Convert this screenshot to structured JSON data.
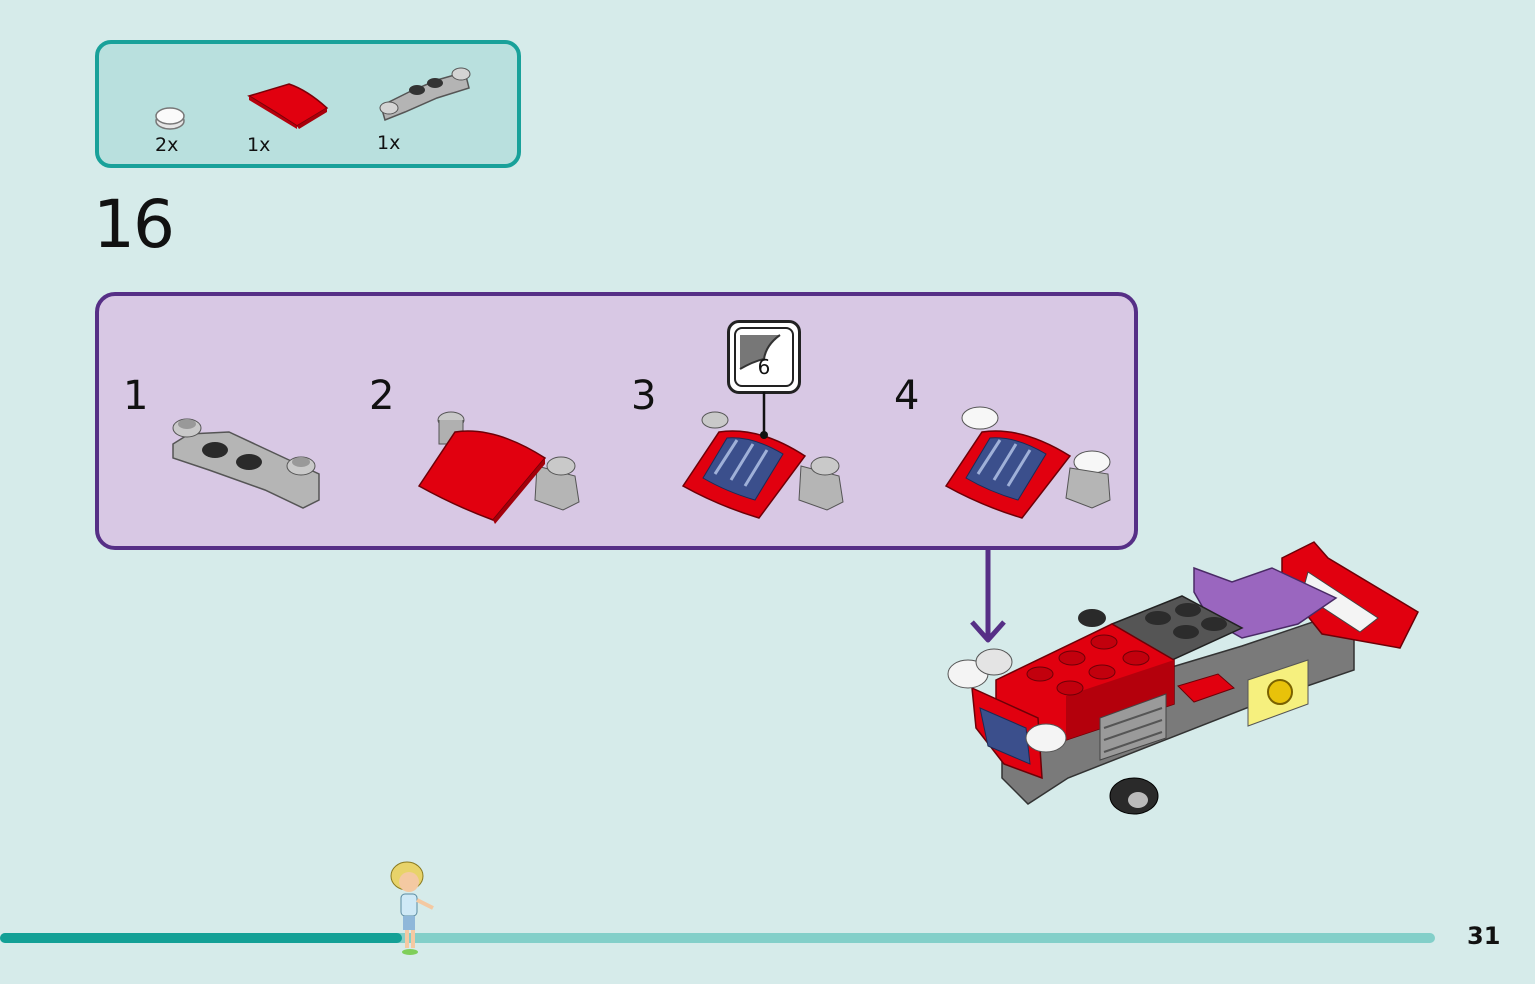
{
  "parts_list": [
    {
      "name": "white-round-tile",
      "quantity": "2x",
      "color": "#f2f2f2"
    },
    {
      "name": "red-curved-slope",
      "quantity": "1x",
      "color": "#e1000f"
    },
    {
      "name": "gray-plate-with-clips",
      "quantity": "1x",
      "color": "#a0a0a0"
    }
  ],
  "step": {
    "number": "16"
  },
  "substeps": [
    {
      "number": "1"
    },
    {
      "number": "2"
    },
    {
      "number": "3"
    },
    {
      "number": "4"
    }
  ],
  "sticker": {
    "number": "6"
  },
  "progress": {
    "fraction": 0.28
  },
  "page_number": "31",
  "colors": {
    "background": "#d6ebea",
    "parts_border": "#19a19a",
    "substep_border": "#562f86",
    "substep_fill": "#d8c8e4",
    "brick_red": "#e1000f",
    "brick_gray": "#a0a0a0",
    "brick_purple": "#9a66bf",
    "brick_yellow": "#f6f07e"
  }
}
